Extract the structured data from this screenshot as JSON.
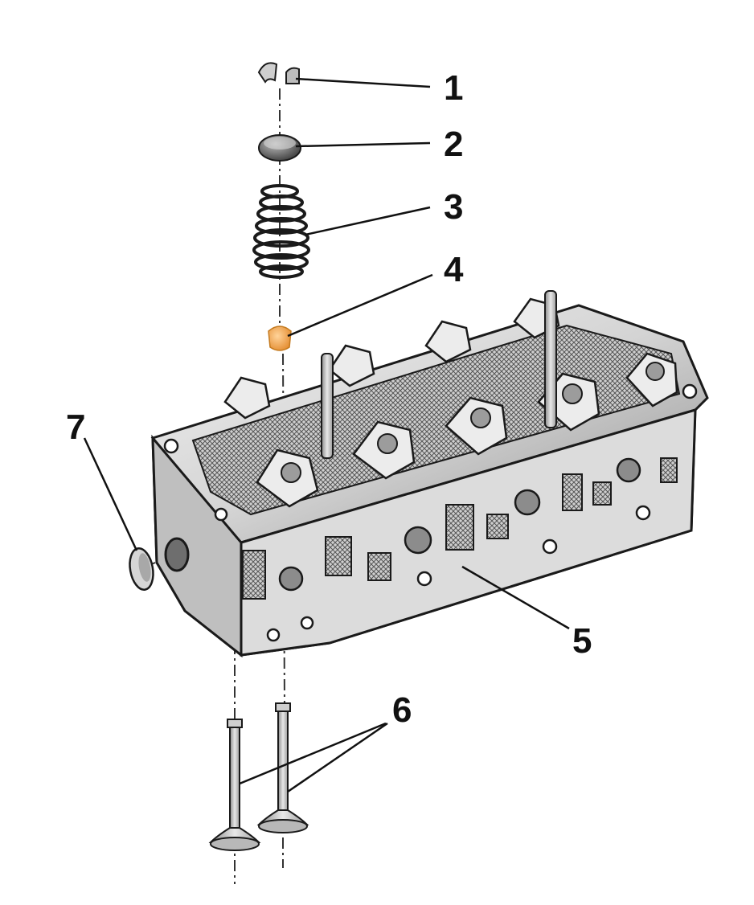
{
  "diagram": {
    "callouts": [
      {
        "id": "1",
        "label": "1"
      },
      {
        "id": "2",
        "label": "2"
      },
      {
        "id": "3",
        "label": "3"
      },
      {
        "id": "4",
        "label": "4"
      },
      {
        "id": "5",
        "label": "5"
      },
      {
        "id": "6",
        "label": "6"
      },
      {
        "id": "7",
        "label": "7"
      }
    ],
    "colors": {
      "metal_light": "#e6e6e6",
      "metal_mid": "#b9b9b9",
      "metal_dark": "#6e6e6e",
      "outline": "#1a1a1a",
      "seal_orange": "#f4a64a",
      "background": "#ffffff"
    }
  }
}
